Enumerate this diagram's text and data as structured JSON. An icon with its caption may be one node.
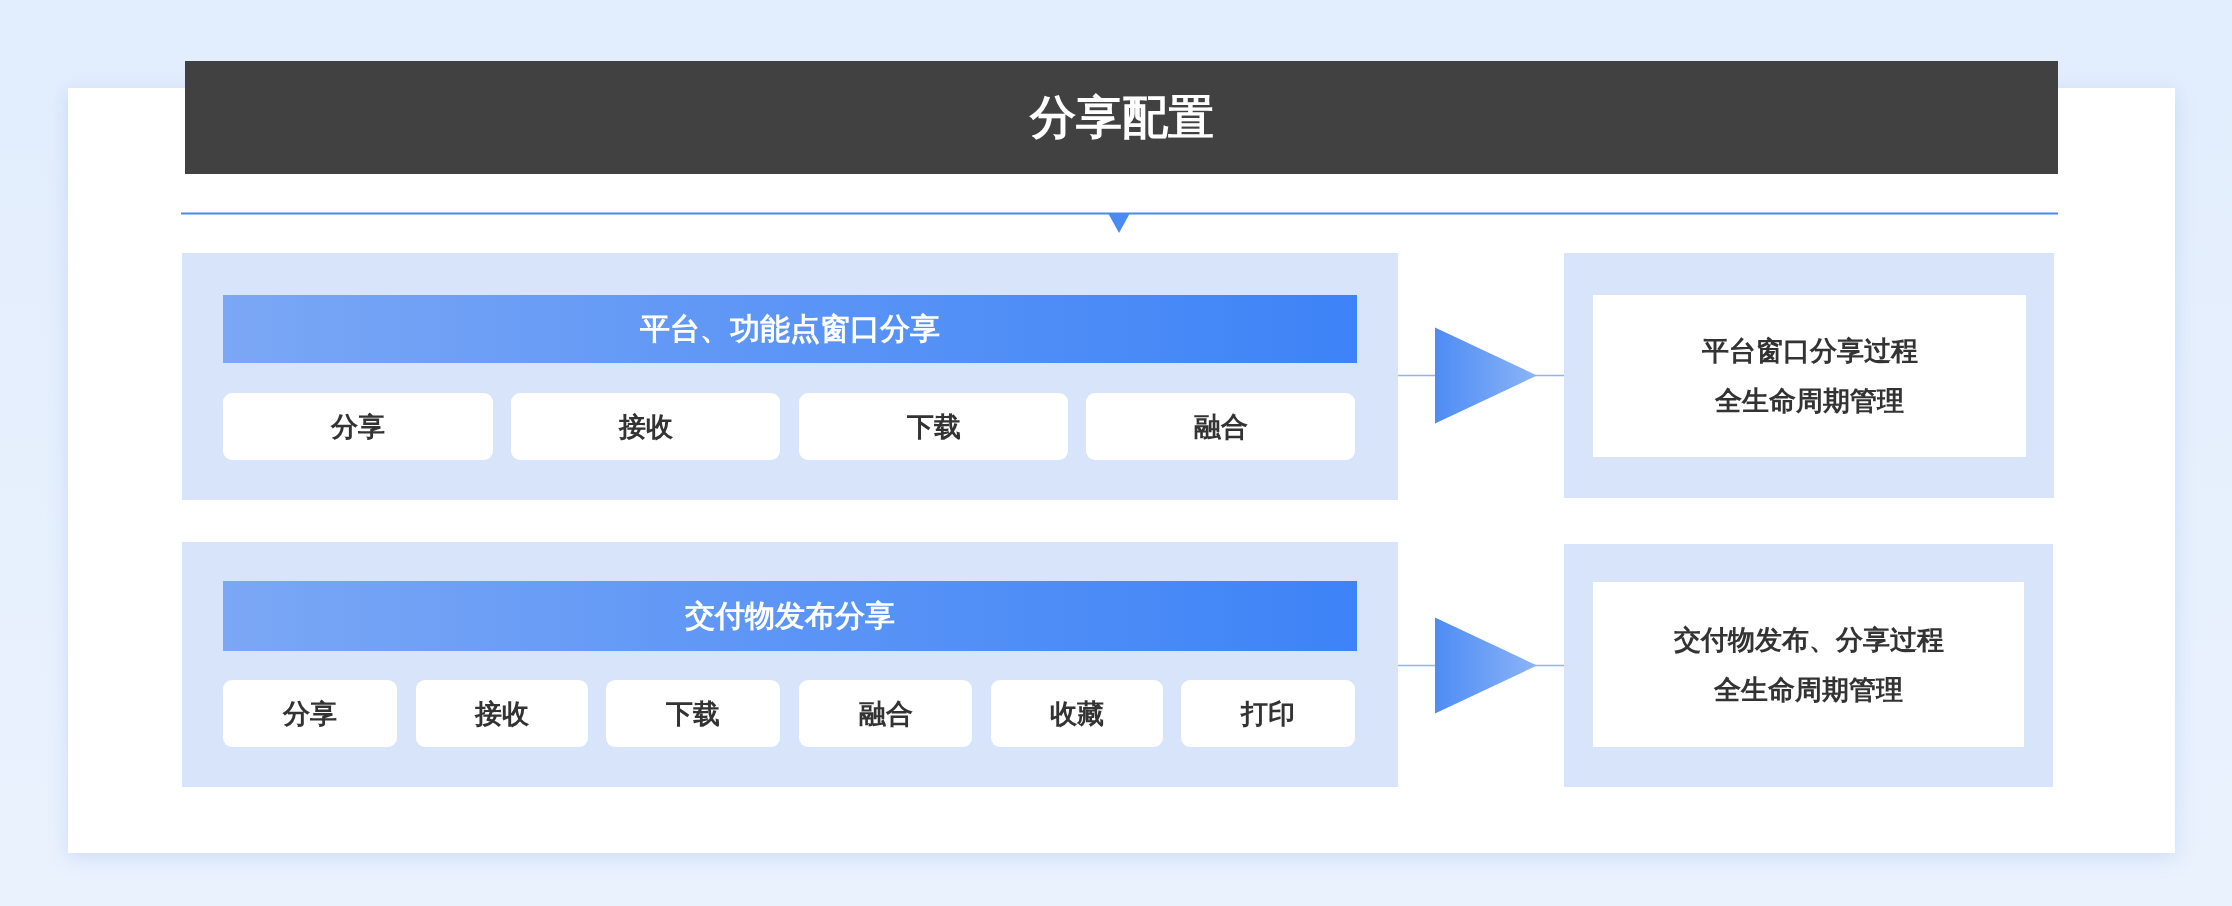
{
  "diagram": {
    "title": "分享配置",
    "nodes": [
      {
        "text": [],
        "shape": "box"
      },
      {
        "text": [
          "平台、功能点窗口分享"
        ],
        "in": 0
      },
      {
        "text": [
          "分享"
        ],
        "in": 0
      },
      {
        "text": [
          "接收"
        ],
        "in": 0
      },
      {
        "text": [
          "下载"
        ],
        "in": 0
      },
      {
        "text": [
          "融合"
        ],
        "in": 0
      },
      {
        "text": [],
        "shape": "box"
      },
      {
        "text": [
          "平台窗口分享过程全生命周期管理"
        ],
        "in": 6
      },
      {
        "text": [],
        "shape": "box"
      },
      {
        "text": [
          "交付物发布分享"
        ],
        "in": 8
      },
      {
        "text": [
          "分享"
        ],
        "in": 8
      },
      {
        "text": [
          "接收"
        ],
        "in": 8
      },
      {
        "text": [
          "下载"
        ],
        "in": 8
      },
      {
        "text": [
          "融合"
        ],
        "in": 8
      },
      {
        "text": [
          "收藏"
        ],
        "in": 8
      },
      {
        "text": [
          "打印"
        ],
        "in": 8
      },
      {
        "text": [],
        "shape": "box"
      },
      {
        "text": [
          "交付物发布、分享过程全生命周期管理"
        ],
        "in": 16
      }
    ],
    "edges": [
      {
        "from": 0,
        "to": 6,
        "arrow": "to"
      },
      {
        "from": 8,
        "to": 16,
        "arrow": "to"
      }
    ]
  }
}
